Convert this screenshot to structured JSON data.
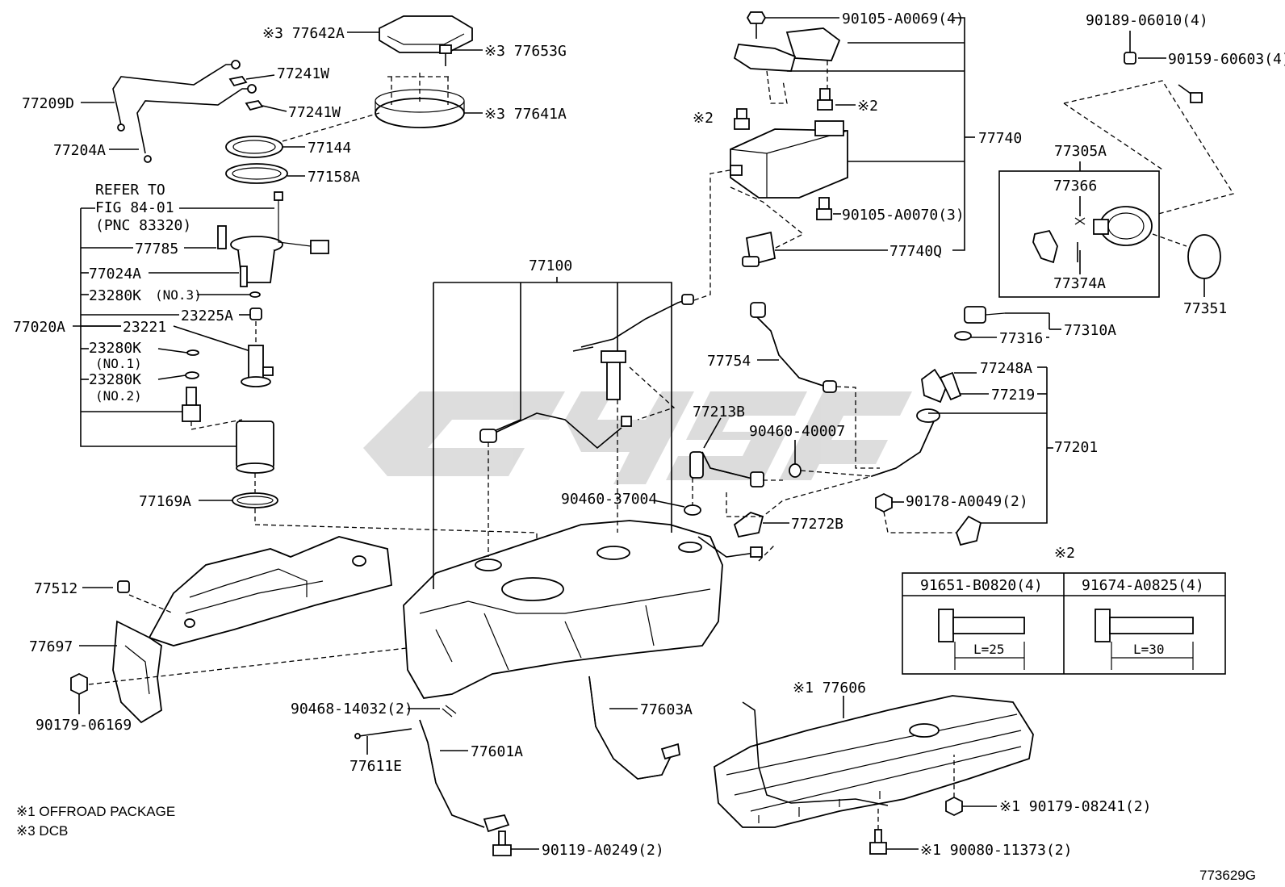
{
  "figure_id": "773629G",
  "watermark": "cyge",
  "notes": [
    "※1 OFFROAD PACKAGE",
    "※3 DCB"
  ],
  "refer": [
    "REFER TO",
    "FIG 84-01",
    "(PNC 83320)"
  ],
  "labels": {
    "p77642A": "※3 77642A",
    "p77653G": "※3 77653G",
    "p77641A": "※3 77641A",
    "p77241W_1": "77241W",
    "p77241W_2": "77241W",
    "p77209D": "77209D",
    "p77204A": "77204A",
    "p77144": "77144",
    "p77158A": "77158A",
    "p77785": "77785",
    "p77024A": "77024A",
    "p23280K_3": "23280K",
    "no3": "(NO.3)",
    "p77020A": "77020A",
    "p23225A": "23225A",
    "p23221": "23221",
    "p23280K_1": "23280K",
    "no1": "(NO.1)",
    "p23280K_2": "23280K",
    "no2": "(NO.2)",
    "p77169A": "77169A",
    "p77512": "77512",
    "p77697": "77697",
    "p90179_06169": "90179-06169",
    "p77100": "77100",
    "p90105_A0069": "90105-A0069(4)",
    "x2_left": "※2",
    "x2_right": "※2",
    "p77740": "77740",
    "p90105_A0070": "90105-A0070(3)",
    "p77740Q": "77740Q",
    "p90189_06010": "90189-06010(4)",
    "p90159_60603": "90159-60603(4)",
    "p77305A": "77305A",
    "p77366": "77366",
    "p77374A": "77374A",
    "p77351": "77351",
    "p77754": "77754",
    "p77310A": "77310A",
    "p77316": "77316",
    "p77248A": "77248A",
    "p77219": "77219",
    "p77213B": "77213B",
    "p90460_40007": "90460-40007",
    "p77201": "77201",
    "p90460_37004": "90460-37004",
    "p77272B": "77272B",
    "p90178_A0049": "90178-A0049(2)",
    "x2_table": "※2",
    "p90468_14032": "90468-14032(2)",
    "p77603A": "77603A",
    "p77601A": "77601A",
    "p77611E": "77611E",
    "p77606": "※1 77606",
    "p190179_08241": "※1 90179-08241(2)",
    "p90119_A0249": "90119-A0249(2)",
    "p90080_11373": "※1 90080-11373(2)"
  },
  "bolt_table": {
    "columns": [
      "91651-B0820(4)",
      "91674-A0825(4)"
    ],
    "lengths": [
      "L=25",
      "L=30"
    ]
  }
}
